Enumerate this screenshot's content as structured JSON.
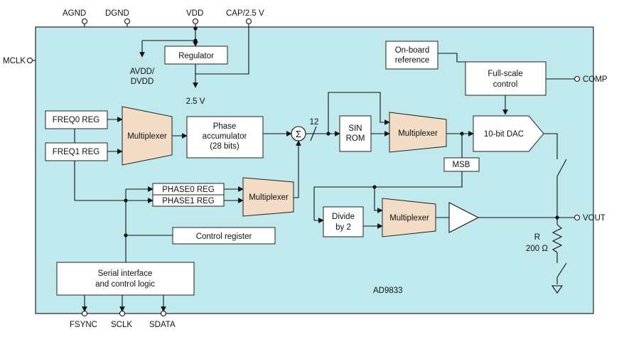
{
  "chip": {
    "part_number": "AD9833",
    "colors": {
      "body": "#bfe9ec",
      "multiplexer": "#f3dcc6",
      "block": "#ffffff",
      "wire": "#111111"
    }
  },
  "pins": {
    "agnd": "AGND",
    "dgnd": "DGND",
    "vdd": "VDD",
    "cap": "CAP/2.5 V",
    "mclk": "MCLK",
    "comp": "COMP",
    "vout": "VOUT",
    "fsync": "FSYNC",
    "sclk": "SCLK",
    "sdata": "SDATA"
  },
  "blocks": {
    "regulator": [
      "Regulator"
    ],
    "avdd_dvdd": [
      "AVDD/",
      "DVDD"
    ],
    "v25": [
      "2.5 V"
    ],
    "onboard_reference": [
      "On-board",
      "reference"
    ],
    "fullscale_control": [
      "Full-scale",
      "control"
    ],
    "freq0_reg": [
      "FREQ0 REG"
    ],
    "freq1_reg": [
      "FREQ1 REG"
    ],
    "mux1": [
      "Multiplexer"
    ],
    "phase_accumulator": [
      "Phase",
      "accumulator",
      "(28 bits)"
    ],
    "summer": [
      "Σ"
    ],
    "bus_width": [
      "12"
    ],
    "sin_rom": [
      "SIN",
      "ROM"
    ],
    "mux2": [
      "Multiplexer"
    ],
    "dac": [
      "10-bit DAC"
    ],
    "msb": [
      "MSB"
    ],
    "phase0_reg": [
      "PHASE0  REG"
    ],
    "phase1_reg": [
      "PHASE1  REG"
    ],
    "mux3": [
      "Multiplexer"
    ],
    "divide_by_2": [
      "Divide",
      "by 2"
    ],
    "mux4": [
      "Multiplexer"
    ],
    "control_register": [
      "Control register"
    ],
    "serial_interface": [
      "Serial interface",
      "and control logic"
    ],
    "resistor_name": [
      "R"
    ],
    "resistor_value": [
      "200 Ω"
    ]
  }
}
